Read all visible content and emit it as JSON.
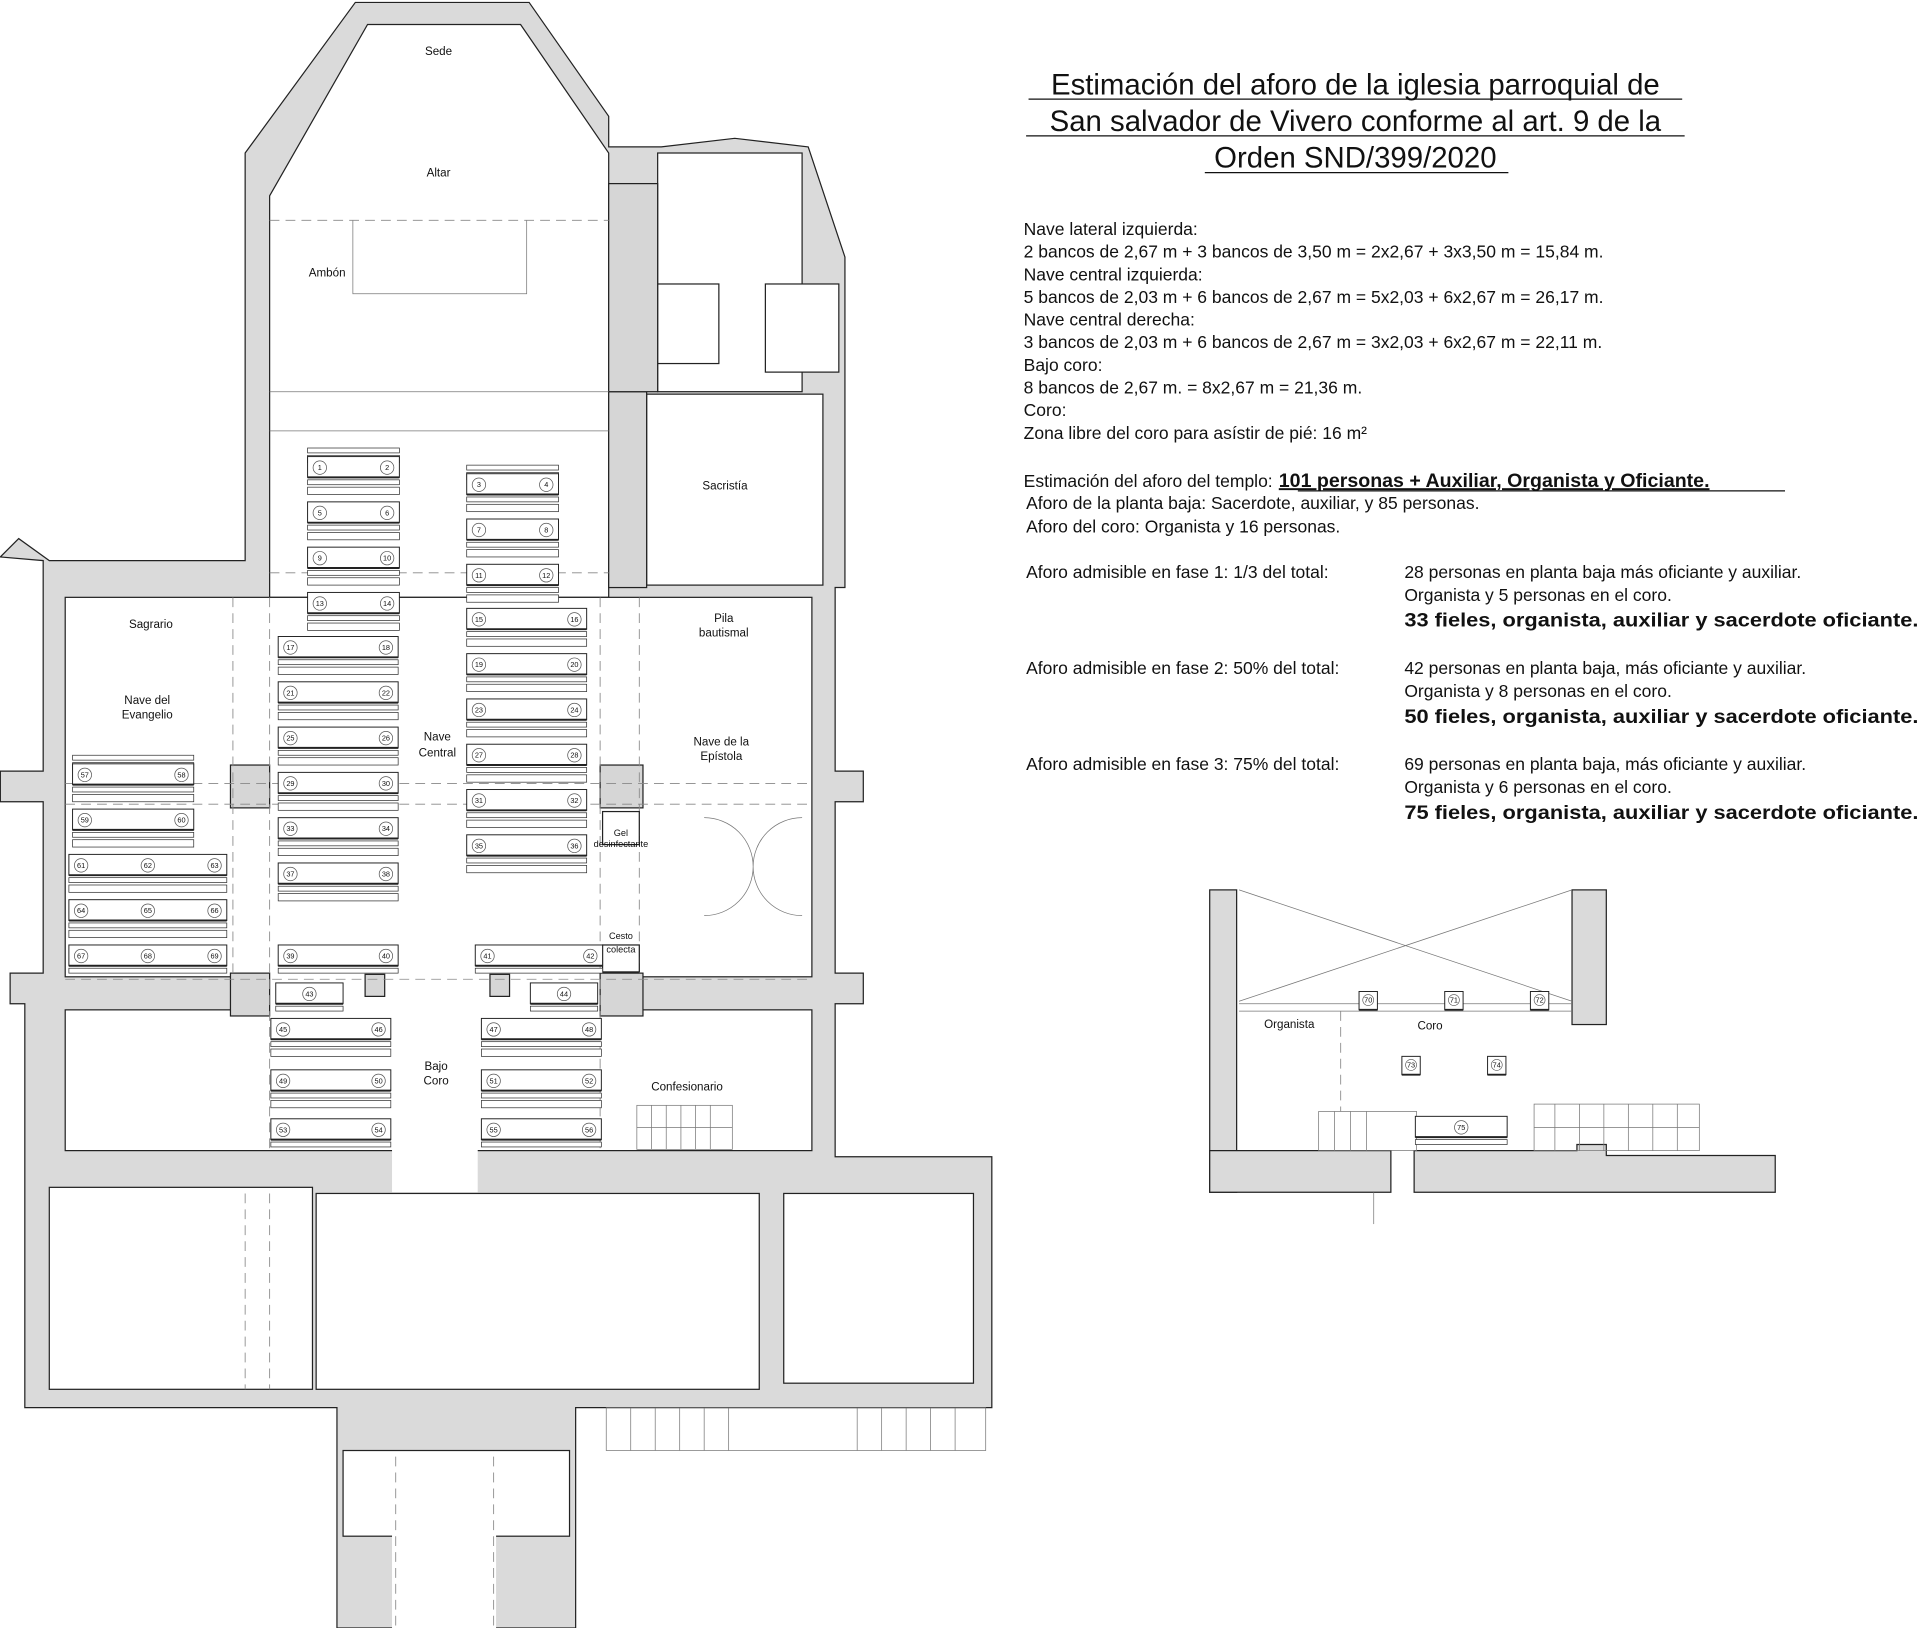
{
  "title": {
    "lines": [
      "Estimación del aforo de la iglesia parroquial de",
      "San salvador de Vivero conforme al art. 9 de la",
      "Orden SND/399/2020"
    ]
  },
  "calculation": [
    "Nave lateral izquierda:",
    "2 bancos de 2,67 m + 3 bancos de 3,50 m = 2x2,67 + 3x3,50 m = 15,84 m.",
    "Nave central izquierda:",
    "5 bancos de 2,03 m + 6 bancos de 2,67 m = 5x2,03 + 6x2,67 m = 26,17 m.",
    "Nave central derecha:",
    "3 bancos de 2,03 m + 6 bancos de 2,67 m = 3x2,03 + 6x2,67 m = 22,11 m.",
    "Bajo coro:",
    "8 bancos de 2,67 m. = 8x2,67 m = 21,36 m.",
    "Coro:",
    "Zona libre del coro para asístir de pié:  16 m²"
  ],
  "estimate": {
    "label": "Estimación del aforo del templo:",
    "value": "101 personas + Auxiliar, Organista y Oficiante.",
    "ground_floor": "Aforo de la planta baja: Sacerdote, auxiliar, y 85 personas.",
    "choir": "Aforo del coro: Organista y 16 personas."
  },
  "phases": [
    {
      "label": "Aforo admisible en fase 1: 1/3 del total:",
      "line1": "28 personas en planta baja más oficiante y auxiliar.",
      "line2": "Organista y 5 personas en el coro.",
      "summary": "33 fieles, organista, auxiliar y sacerdote oficiante."
    },
    {
      "label": "Aforo admisible en fase 2: 50% del total:",
      "line1": "42 personas en planta baja, más oficiante y auxiliar.",
      "line2": "Organista y 8 personas en el coro.",
      "summary": "50 fieles, organista, auxiliar y sacerdote oficiante."
    },
    {
      "label": "Aforo admisible en fase 3: 75% del total:",
      "line1": "69 personas en planta baja, más oficiante y auxiliar.",
      "line2": "Organista y 6 personas en el coro.",
      "summary": "75 fieles, organista, auxiliar y sacerdote oficiante."
    }
  ],
  "rooms": {
    "sede": "Sede",
    "altar": "Altar",
    "ambon": "Ambón",
    "sacristia": "Sacristía",
    "sagrario": "Sagrario",
    "nave_evangelio_1": "Nave del",
    "nave_evangelio_2": "Evangelio",
    "nave_central_1": "Nave",
    "nave_central_2": "Central",
    "pila_1": "Pila",
    "pila_2": "bautismal",
    "nave_epistola_1": "Nave de la",
    "nave_epistola_2": "Epístola",
    "gel_1": "Gel",
    "gel_2": "desinfectante",
    "cesto_1": "Cesto",
    "cesto_2": "colecta",
    "bajo_coro_1": "Bajo",
    "bajo_coro_2": "Coro",
    "confesionario": "Confesionario",
    "organista": "Organista",
    "coro": "Coro"
  },
  "pews": [
    [],
    [
      1,
      2
    ],
    [
      5,
      6
    ],
    [
      9,
      10
    ],
    [
      13,
      14
    ],
    [
      17,
      18
    ],
    [
      21,
      22
    ],
    [
      25,
      26
    ],
    [
      29,
      30
    ],
    [
      33,
      34
    ],
    [
      37,
      38
    ],
    [
      39,
      40
    ],
    [],
    [
      3,
      4
    ],
    [
      7,
      8
    ],
    [
      11,
      12
    ],
    [
      15,
      16
    ],
    [
      19,
      20
    ],
    [
      23,
      24
    ],
    [
      27,
      28
    ],
    [
      31,
      32
    ],
    [
      35,
      36
    ],
    [
      41,
      42
    ],
    [],
    [
      57,
      58
    ],
    [
      59,
      60
    ],
    [
      61,
      62,
      63
    ],
    [
      64,
      65,
      66
    ],
    [
      67,
      68,
      69
    ],
    [
      43
    ],
    [
      44
    ],
    [
      45,
      46
    ],
    [
      47,
      48
    ],
    [
      49,
      50
    ],
    [
      51,
      52
    ],
    [
      53,
      54
    ],
    [
      55,
      56
    ]
  ],
  "choir_seats": [
    70,
    71,
    72,
    73,
    74
  ],
  "choir_pew": [
    75
  ]
}
